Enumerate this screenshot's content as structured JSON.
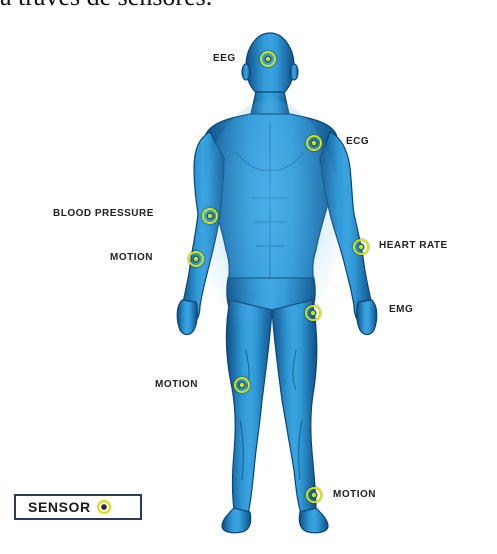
{
  "top_caption": "a través de sensores.",
  "labels": {
    "eeg": "EEG",
    "ecg": "ECG",
    "blood_pressure": "BLOOD PRESSURE",
    "motion_arm": "MOTION",
    "heart_rate": "HEART RATE",
    "emg": "EMG",
    "motion_knee": "MOTION",
    "motion_ankle": "MOTION"
  },
  "legend": {
    "label": "SENSOR"
  },
  "colors": {
    "body": "#2a8ccb",
    "body_dark": "#145a92",
    "sensor_ring": "#d4e400",
    "legend_border": "#243b63"
  }
}
